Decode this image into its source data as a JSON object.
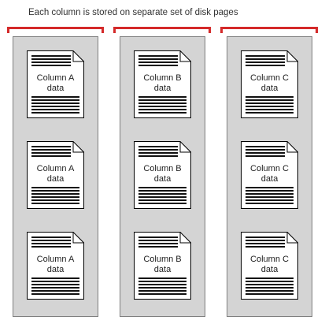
{
  "caption": "Each column is stored on separate set of disk pages",
  "colors": {
    "bracket": "#d42a2a",
    "column_background": "#d4d4d4",
    "page_fill": "#ffffff",
    "page_stroke": "#000000"
  },
  "columns": [
    {
      "pages": [
        {
          "line1": "Column A",
          "line2": "data"
        },
        {
          "line1": "Column A",
          "line2": "data"
        },
        {
          "line1": "Column A",
          "line2": "data"
        }
      ]
    },
    {
      "pages": [
        {
          "line1": "Column B",
          "line2": "data"
        },
        {
          "line1": "Column B",
          "line2": "data"
        },
        {
          "line1": "Column B",
          "line2": "data"
        }
      ]
    },
    {
      "pages": [
        {
          "line1": "Column C",
          "line2": "data"
        },
        {
          "line1": "Column C",
          "line2": "data"
        },
        {
          "line1": "Column C",
          "line2": "data"
        }
      ]
    }
  ]
}
